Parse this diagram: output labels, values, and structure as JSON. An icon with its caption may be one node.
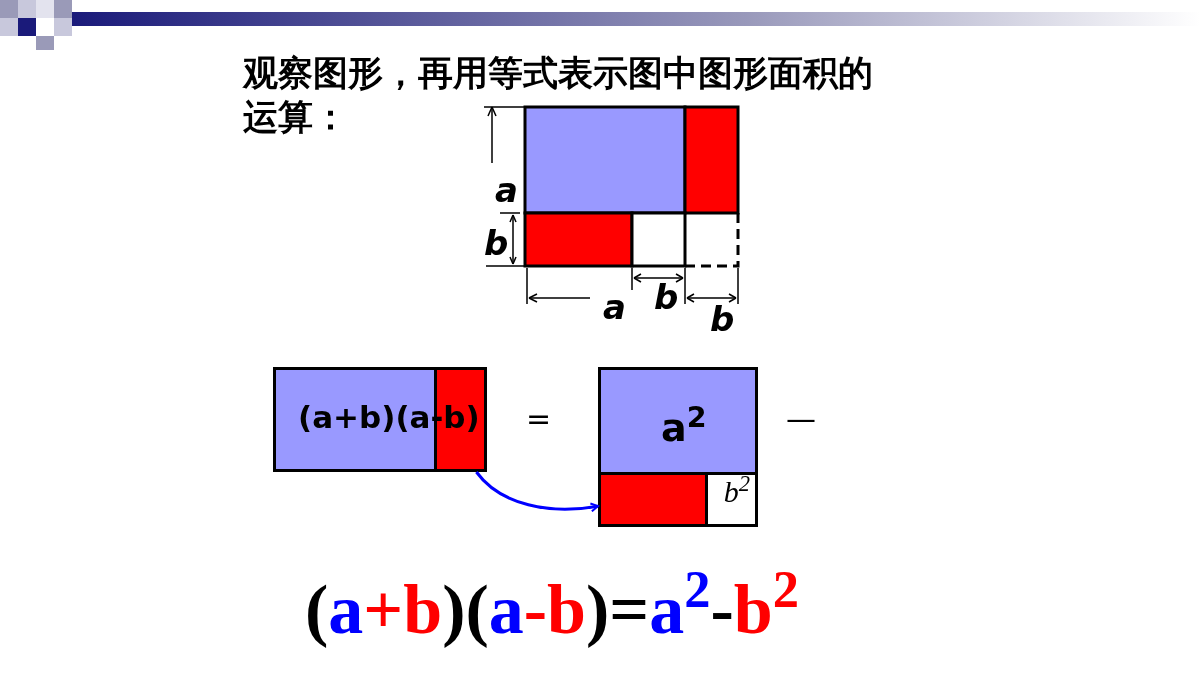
{
  "diagram": {
    "title": "观察图形，再用等式表示图中图形面积的运算：",
    "nodes": [
      {
        "text": [],
        "shape": "box"
      },
      {
        "text": [],
        "shape": "box"
      },
      {
        "text": [
          "a$^{2}$"
        ]
      },
      {
        "text": [],
        "shape": "box"
      },
      {
        "text": [
          "b$^{2}$"
        ]
      }
    ],
    "edges": [
      {
        "from": 1,
        "to": 3,
        "arrow": "to",
        "color": "#0000ff"
      }
    ],
    "labels": [
      "a",
      "b",
      "a",
      "b",
      "b",
      "(a+b)(a-b)",
      "=",
      "—",
      "(",
      "a",
      "+b",
      ")(",
      "a",
      "-b",
      ")=",
      "a$^{2}$",
      "-",
      "b$^{2}$"
    ]
  }
}
